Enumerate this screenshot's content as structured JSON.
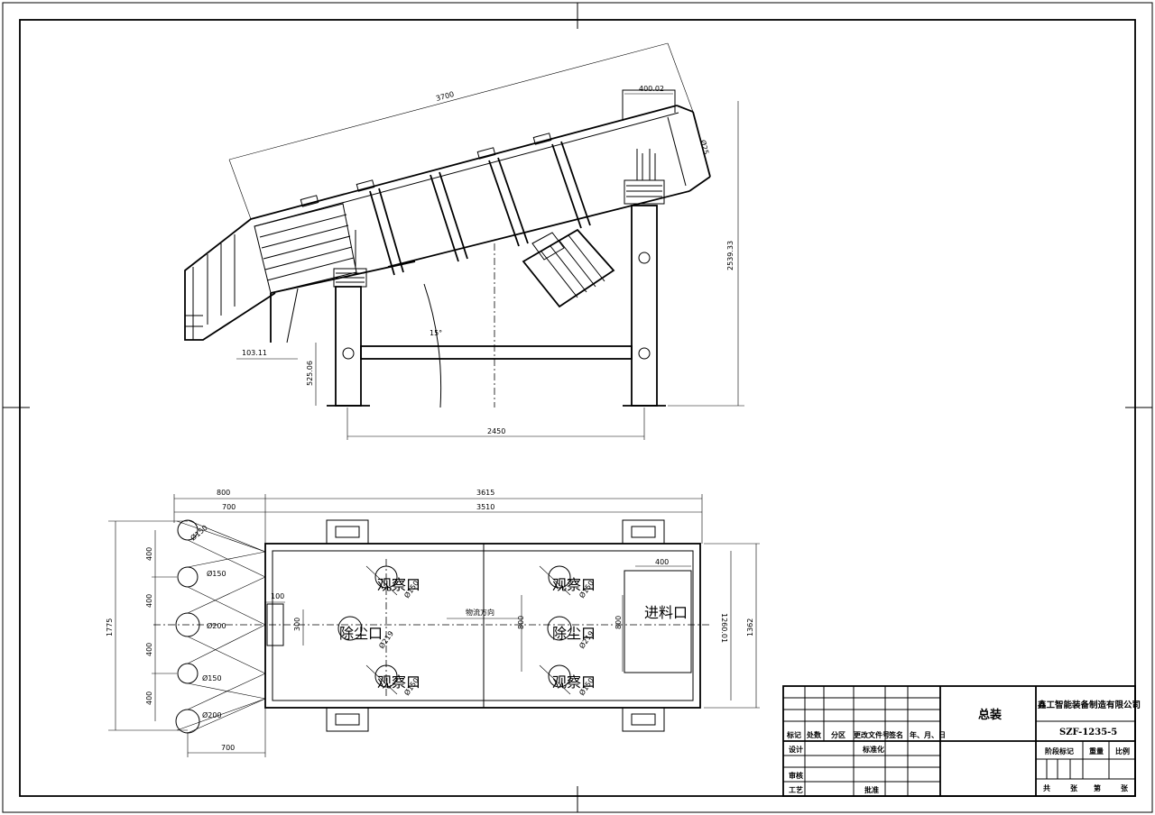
{
  "side_view": {
    "dims": {
      "length": "3700",
      "top": "400.02",
      "corner": "Ø25",
      "height": "2539.33",
      "offset": "103.11",
      "base_height": "525.06",
      "span": "2450",
      "angle": "15°"
    }
  },
  "plan_view": {
    "dims": {
      "overall": "3615",
      "inner": "3510",
      "left": "800",
      "left2": "700",
      "bottom": "700",
      "total_h": "1775",
      "seg1": "400",
      "seg2": "400",
      "seg3": "400",
      "seg4": "400",
      "width1": "1260.01",
      "width2": "1362",
      "feed_w": "400",
      "v100": "100",
      "v300": "300",
      "v800a": "800",
      "v800b": "800"
    },
    "ports": {
      "p1": "Ø150",
      "p2": "Ø150",
      "p3": "Ø200",
      "p4": "Ø150",
      "p5": "Ø200"
    },
    "labels": {
      "obs": "观察口",
      "dust": "除尘口",
      "feed": "进料口",
      "flow": "物流方向",
      "obs_d": "Ø150",
      "dust_d": "Ø219"
    }
  },
  "title_block": {
    "drawing_name": "总装",
    "company": "鑫工智能装备制造有限公司",
    "drawing_no": "SZF-1235-5",
    "cols": [
      "标记",
      "处数",
      "分区",
      "更改文件号",
      "签名",
      "年、月、日"
    ],
    "row_design": "设计",
    "row_std": "标准化",
    "row_review": "审核",
    "row_process": "工艺",
    "row_approve": "批准",
    "stage": "阶段标记",
    "weight": "重量",
    "scale": "比例",
    "sheets_total": "共",
    "sheets_unit1": "张",
    "sheet_no": "第",
    "sheets_unit2": "张"
  }
}
